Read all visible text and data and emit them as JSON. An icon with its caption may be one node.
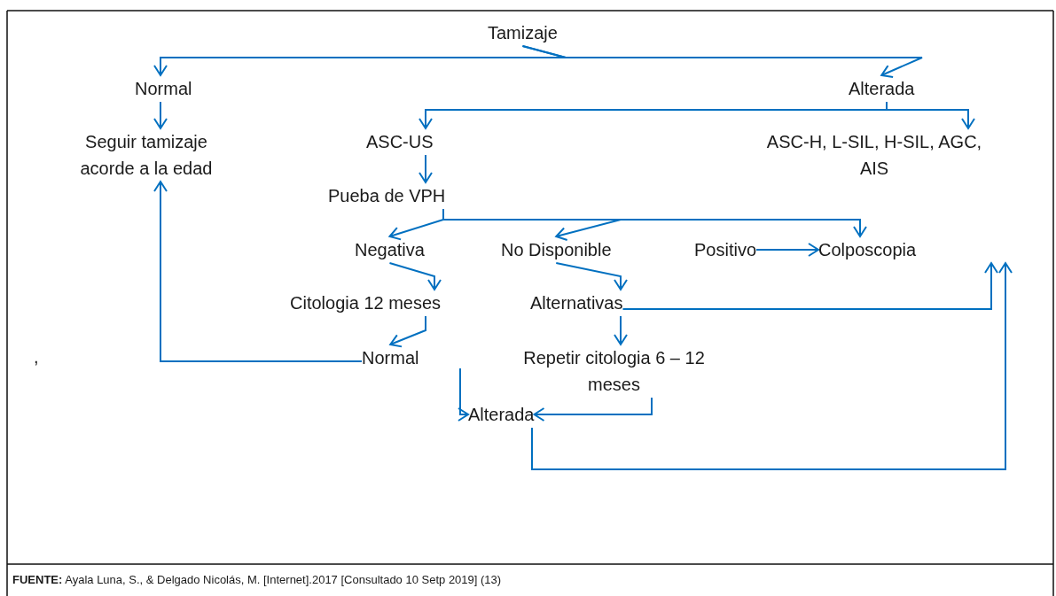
{
  "diagram": {
    "caption": "**FUENTE:** Ayala Luna, S., & Delgado Nicolás, M. [Internet].2017 [Consultado 10 Setp 2019] (13)",
    "nodes": [
      {
        "text": [
          "Tamizaje"
        ]
      },
      {
        "text": [
          "Normal"
        ]
      },
      {
        "text": [
          "Alterada"
        ]
      },
      {
        "text": [
          "Seguir tamizaje acorde a la edad"
        ]
      },
      {
        "text": [
          "ASC-US"
        ]
      },
      {
        "text": [
          "ASC-H, L-SIL, H-SIL, AGC, AIS"
        ]
      },
      {
        "text": [
          "Pueba de VPH"
        ]
      },
      {
        "text": [
          "Negativa"
        ]
      },
      {
        "text": [
          "No Disponible"
        ]
      },
      {
        "text": [
          "Positivo"
        ]
      },
      {
        "text": [
          "Colposcopia"
        ]
      },
      {
        "text": [
          "Citologia 12 meses"
        ]
      },
      {
        "text": [
          "Alternativas"
        ]
      },
      {
        "text": [
          "Normal"
        ]
      },
      {
        "text": [
          "Repetir citologia 6 – 12 meses"
        ]
      },
      {
        "text": [
          "Alterada"
        ]
      }
    ],
    "edges": [
      {
        "from": 0,
        "to": 1,
        "arrow": "to"
      },
      {
        "from": 0,
        "to": 2,
        "arrow": "to"
      },
      {
        "from": 1,
        "to": 3,
        "arrow": "to"
      },
      {
        "from": 2,
        "to": 4,
        "arrow": "to"
      },
      {
        "from": 2,
        "to": 5,
        "arrow": "to"
      },
      {
        "from": 4,
        "to": 6,
        "arrow": "to"
      },
      {
        "from": 6,
        "to": 7,
        "arrow": "to"
      },
      {
        "from": 6,
        "to": 8,
        "arrow": "to"
      },
      {
        "from": 6,
        "to": 10,
        "arrow": "to"
      },
      {
        "from": 9,
        "to": 10,
        "arrow": "to"
      },
      {
        "from": 7,
        "to": 11,
        "arrow": "to"
      },
      {
        "from": 8,
        "to": 12,
        "arrow": "to"
      },
      {
        "from": 11,
        "to": 13,
        "arrow": "to"
      },
      {
        "from": 12,
        "to": 14,
        "arrow": "to"
      },
      {
        "from": 13,
        "to": 3,
        "arrow": "to"
      },
      {
        "from": null,
        "to": 15,
        "arrow": "to"
      },
      {
        "from": 14,
        "to": 15,
        "arrow": "to"
      },
      {
        "from": 15,
        "to": 10,
        "arrow": "to"
      },
      {
        "from": 12,
        "to": 10,
        "arrow": "to"
      }
    ],
    "labels": [
      ","
    ]
  }
}
